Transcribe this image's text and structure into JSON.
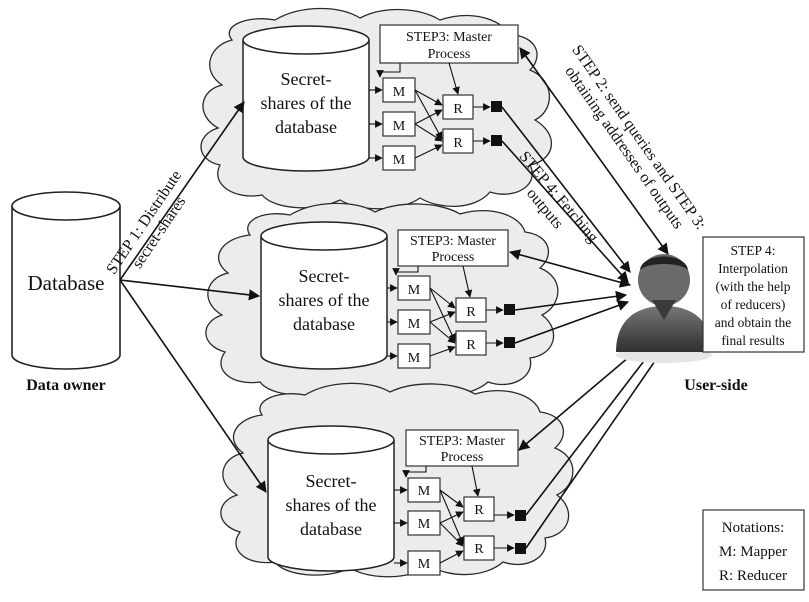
{
  "data_owner": {
    "db_label": "Database",
    "caption": "Data owner"
  },
  "user": {
    "caption": "User-side",
    "step4_box": [
      "STEP 4:",
      "Interpolation",
      "(with the help",
      "of reducers)",
      "and obtain the",
      "final results"
    ]
  },
  "clusters": [
    {
      "master": [
        "STEP3: Master",
        "Process"
      ],
      "db_lines": [
        "Secret-",
        "shares of the",
        "database"
      ],
      "mapper": "M",
      "reducer": "R"
    },
    {
      "master": [
        "STEP3: Master",
        "Process"
      ],
      "db_lines": [
        "Secret-",
        "shares of the",
        "database"
      ],
      "mapper": "M",
      "reducer": "R"
    },
    {
      "master": [
        "STEP3: Master",
        "Process"
      ],
      "db_lines": [
        "Secret-",
        "shares of the",
        "database"
      ],
      "mapper": "M",
      "reducer": "R"
    }
  ],
  "edge_labels": {
    "step1": [
      "STEP 1: Distribute",
      "secret-shares"
    ],
    "step2": [
      "STEP 2: send queries and STEP 3:",
      "obtaining addresses of outputs"
    ],
    "step4": [
      "STEP 4: Fetching",
      "outputs"
    ]
  },
  "notations": [
    "Notations:",
    "M: Mapper",
    "R: Reducer"
  ]
}
